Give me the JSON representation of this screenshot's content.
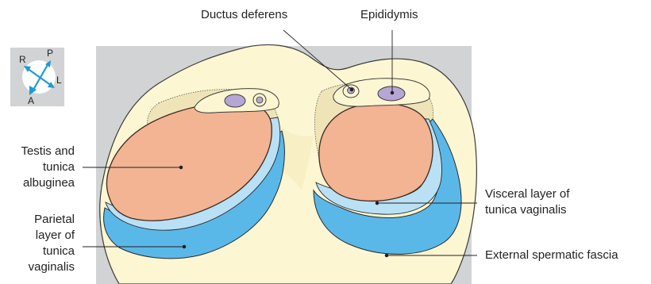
{
  "labels": {
    "ductus_deferens": "Ductus deferens",
    "epididymis": "Epididymis",
    "testis": [
      "Testis and",
      "tunica",
      "albuginea"
    ],
    "parietal": [
      "Parietal",
      "layer of",
      "tunica",
      "vaginalis"
    ],
    "visceral": [
      "Visceral layer of",
      "tunica vaginalis"
    ],
    "external": "External spermatic fascia"
  },
  "orientation": {
    "right": "R",
    "posterior": "P",
    "left": "L",
    "anterior": "A"
  },
  "colors": {
    "background_panel": "#d1d3d4",
    "fascia": "#fdf6d2",
    "parietal_blue": "#5ab8e8",
    "visceral_blue": "#b9e0f5",
    "testis": "#f2b492",
    "epididymis": "#b6a6d4",
    "compass_arrow": "#1e9ad6",
    "line": "#231f20"
  }
}
